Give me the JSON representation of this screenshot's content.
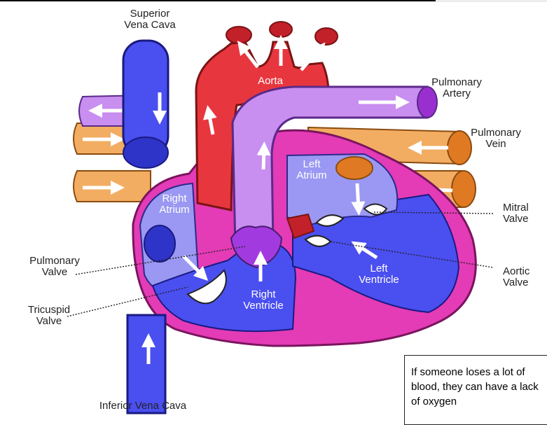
{
  "labels": {
    "superior_vena_cava": "Superior\nVena Cava",
    "aorta": "Aorta",
    "pulmonary_artery": "Pulmonary\nArtery",
    "pulmonary_vein": "Pulmonary\nVein",
    "left_atrium": "Left\nAtrium",
    "right_atrium": "Right\nAtrium",
    "mitral_valve": "Mitral\nValve",
    "pulmonary_valve": "Pulmonary\nValve",
    "aortic_valve": "Aortic\nValve",
    "left_ventricle": "Left\nVentricle",
    "tricuspid_valve": "Tricuspid\nValve",
    "right_ventricle": "Right\nVentricle",
    "inferior_vena_cava": "Inferior Vena Cava"
  },
  "callout_text": "If someone loses a lot of blood, they can have a lack of oxygen",
  "colors": {
    "deoxygenated": "#4a4ff0",
    "oxygenated": "#e8363f",
    "pulmonary_artery": "#c88ef0",
    "pulmonary_vein": "#f2ad62",
    "heart_wall": "#e43bb6",
    "right_atrium_fill": "#9a98f2"
  }
}
